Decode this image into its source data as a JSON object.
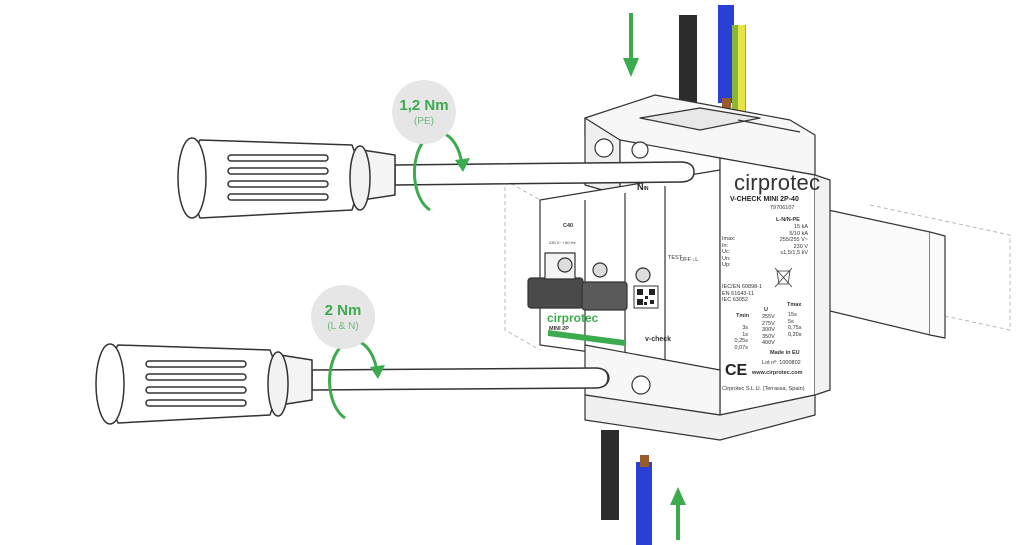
{
  "annotations": {
    "pe": {
      "torque": "1,2 Nm",
      "target": "(PE)"
    },
    "ln": {
      "torque": "2 Nm",
      "target": "(L & N)"
    }
  },
  "device": {
    "brand": "cirprotec",
    "model": "V-CHECK MINI 2P-40",
    "code": "79706107",
    "terminal_top": "N",
    "terminal_top_sub": "IN",
    "breaker": {
      "rating": "C40",
      "spec": "230 V~ / 50 Hz",
      "brand": "cirprotec",
      "model": "MINI 2P"
    },
    "mode": "L-N/N-PE",
    "spec_keys": [
      "Imax:",
      "In:",
      "Uc:",
      "Un:",
      "Up:"
    ],
    "spec_values": [
      "15 kA",
      "5/10 kA",
      "255/255 V~",
      "230 V",
      "≤1,5/1,5 kV"
    ],
    "labels_small": [
      "TEST",
      "OFF ↓L"
    ],
    "standards": [
      "IEC/EN 60898-1",
      "EN 61643-11",
      "IEC 63052"
    ],
    "table": {
      "headers": [
        "Tmin",
        "U",
        "Tmax"
      ],
      "tmin": [
        "3s",
        "1s",
        "0,25s",
        "0,07s"
      ],
      "u": [
        "255V",
        "275V",
        "300V",
        "350V",
        "400V"
      ],
      "tmax": [
        "15s",
        "5s",
        "0,75s",
        "0,20s"
      ]
    },
    "vcheck": "v-check",
    "made_in": "Made in EU",
    "lot": "Lot nº: 1000802",
    "website": "www.cirprotec.com",
    "company": "Cirprotec S.L.U. (Terrassa, Spain)",
    "ce": "CE"
  },
  "colors": {
    "accent_green": "#3cab4d",
    "wire_blue": "#2a3fd6",
    "wire_black": "#2c2c2c",
    "wire_pe_green": "#86b93a",
    "wire_pe_yellow": "#e9e243",
    "copper": "#9a5b2c",
    "badge_bg": "#e6e6e6"
  },
  "icons": [
    "screwdriver-icon",
    "rotation-arrow-icon",
    "down-arrow-icon",
    "up-arrow-icon",
    "qr-code-icon",
    "ce-mark-icon",
    "bin-icon"
  ]
}
